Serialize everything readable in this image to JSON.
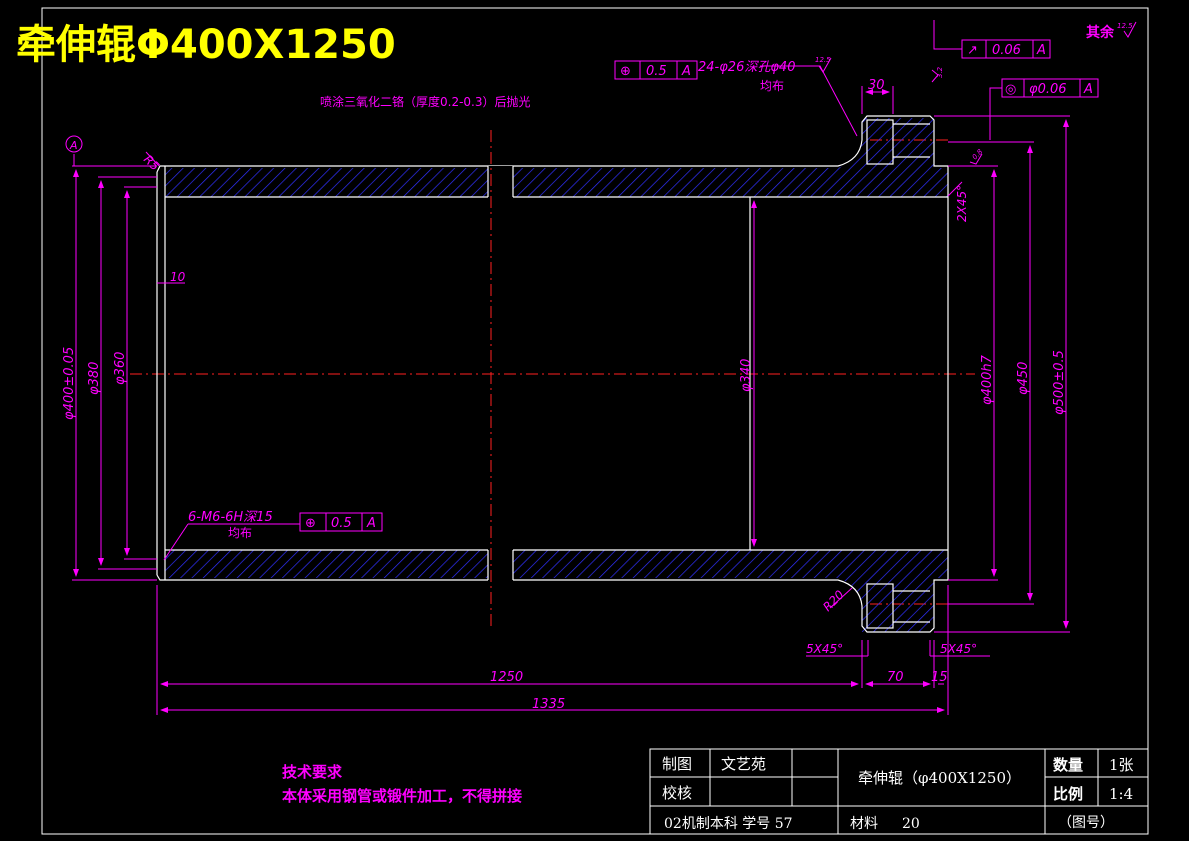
{
  "title": "牵伸辊Φ400X1250",
  "surface_note": "喷涂三氧化二铬（厚度0.2-0.3）后抛光",
  "roughness_rest": "其余",
  "roughness_rest_value": "12.5",
  "datum_label": "A",
  "fcf_top": {
    "symbol": "↗",
    "value": "0.06",
    "datum": "A"
  },
  "fcf_conc": {
    "symbol": "◎",
    "value": "φ0.06",
    "datum": "A"
  },
  "fcf_pos_top": {
    "symbol": "⊕",
    "value": "0.5",
    "datum": "A"
  },
  "fcf_pos_bottom": {
    "symbol": "⊕",
    "value": "0.5",
    "datum": "A"
  },
  "hole_note_top": {
    "line1": "24-φ26深孔φ40",
    "line2": "均布",
    "roughness": "12.5"
  },
  "hole_note_bottom": {
    "line1": "6-M6-6H深15",
    "line2": "均布"
  },
  "dims": {
    "d400": "φ400±0.05",
    "d380": "φ380",
    "d360": "φ360",
    "d340": "φ340",
    "d400h7": "φ400h7",
    "d450": "φ450",
    "d500": "φ500±0.5",
    "len1250": "1250",
    "len1335": "1335",
    "w30": "30",
    "w70": "70",
    "w15": "15",
    "w10": "10",
    "r5": "R5",
    "r20": "R20",
    "ch_top": "2X45°",
    "ch_left": "5X45°",
    "ch_right": "5X45°",
    "rough_a": "3.2",
    "rough_b": "0.8"
  },
  "tech": {
    "title": "技术要求",
    "line1": "本体采用钢管或锻件加工，不得拼接"
  },
  "title_block": {
    "drawn_label": "制图",
    "drawn_name": "文艺苑",
    "checked_label": "校核",
    "part_name": "牵伸辊（φ400X1250）",
    "qty_label": "数量",
    "qty_value": "1张",
    "scale_label": "比例",
    "scale_value": "1:4",
    "class_info": "02机制本科  学号  57",
    "material_label": "材料",
    "material_value": "20",
    "drawing_no": "（图号）"
  },
  "colors": {
    "outline": "#ffffff",
    "dim": "#ff00ff",
    "center": "#ff2020",
    "hatch": "#3030ff",
    "title": "#ffff00"
  }
}
